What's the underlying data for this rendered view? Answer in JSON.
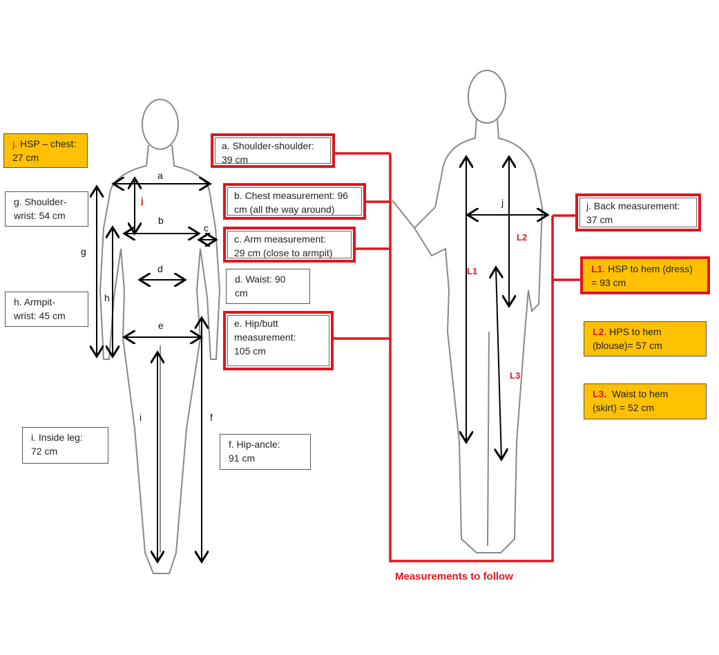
{
  "colors": {
    "accent_red": "#E3141C",
    "highlight": "#FFC000"
  },
  "front_labels": {
    "a": "a",
    "b": "b",
    "c": "c",
    "d": "d",
    "e": "e",
    "f": "f",
    "g": "g",
    "h": "h",
    "i": "i",
    "j": "j"
  },
  "back_labels": {
    "j": "j",
    "L1": "L1",
    "L2": "L2",
    "L3": "L3"
  },
  "boxes": {
    "hsp_chest": {
      "key": "j.",
      "text": " HSP – chest:",
      "value": "27 cm"
    },
    "shoulder_wrist": {
      "text": "g. Shoulder-",
      "value": "wrist: 54 cm"
    },
    "armpit_wrist": {
      "text": "h. Armpit-",
      "value": "wrist: 45 cm"
    },
    "inside_leg": {
      "text": "i. Inside leg:",
      "value": "72 cm"
    },
    "shoulder_shoulder": {
      "text": "a. Shoulder-shoulder:",
      "value": "39 cm"
    },
    "chest": {
      "text": "b. Chest measurement: 96",
      "value": "cm (all the way around)"
    },
    "arm": {
      "text": "c. Arm measurement:",
      "value": "29 cm (close to armpit)"
    },
    "waist": {
      "text": "d. Waist: 90",
      "value": "cm"
    },
    "hip": {
      "text": "e. Hip/butt",
      "text2": "measurement:",
      "value": "105 cm"
    },
    "hip_ankle": {
      "text": "f. Hip-ancle:",
      "value": "91 cm"
    },
    "back": {
      "text": "j. Back measurement:",
      "value": "37 cm"
    },
    "l1": {
      "key": "L1",
      "text": ". HSP to hem (dress)",
      "value": "= 93 cm"
    },
    "l2": {
      "key": "L2",
      "text": ". HPS to hem",
      "value": "(blouse)= 57 cm"
    },
    "l3": {
      "key": "L3.",
      "text": "  Waist to hem",
      "value": "(skirt) = 52 cm"
    }
  },
  "footer": "Measurements to follow"
}
